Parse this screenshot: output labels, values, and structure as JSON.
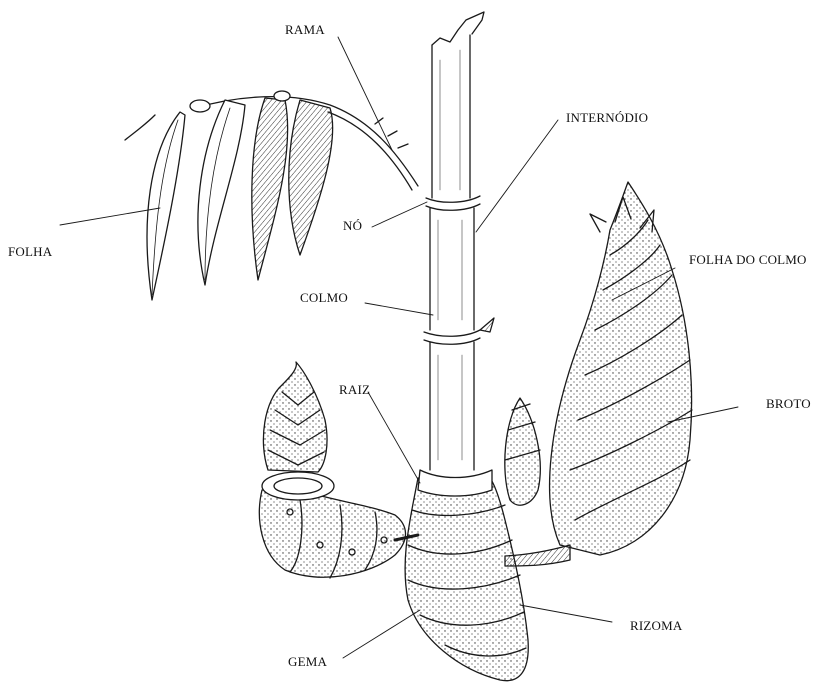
{
  "labels": {
    "rama": "RAMA",
    "internodio": "INTERNÓDIO",
    "folha": "FOLHA",
    "no": "NÓ",
    "folha_do_colmo": "FOLHA DO COLMO",
    "colmo": "COLMO",
    "raiz": "RAIZ",
    "broto": "BROTO",
    "rizoma": "RIZOMA",
    "gema": "GEMA"
  },
  "colors": {
    "ink": "#1a1a1a",
    "shade": "#555555",
    "background": "#ffffff"
  }
}
